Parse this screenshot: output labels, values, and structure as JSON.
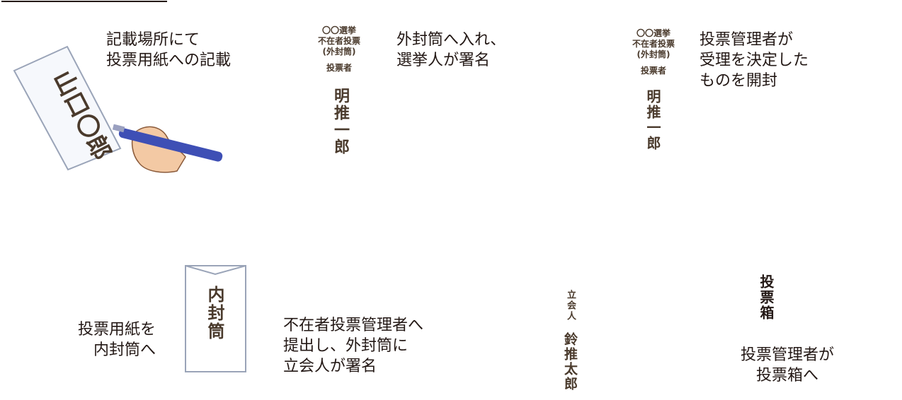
{
  "captions": {
    "write": "記載場所にて\n投票用紙への記載",
    "inner": "投票用紙を\n内封筒へ",
    "outer": "外封筒へ入れ、\n選挙人が署名",
    "submit": "不在者投票管理者へ\n提出し、外封筒に\n立会人が署名",
    "open": "投票管理者が\n受理を決定した\nものを開封",
    "box": "投票管理者が\n投票箱へ"
  },
  "ballot": {
    "text": "山口〇郎"
  },
  "inner_envelope": {
    "text": "内封筒"
  },
  "outer_envelope": {
    "header": [
      "〇〇選挙",
      "不在者投票",
      "(外封筒)"
    ],
    "voter_label": "投票者",
    "voter_name": "明推一郎"
  },
  "witness_envelope": {
    "label": "立会人",
    "name": "鈴推太郎"
  },
  "ballot_box": {
    "label": "投票箱"
  },
  "colors": {
    "arrow": "#ee5fa7",
    "envelope": "#d6b08c",
    "suit_blue": "#2a3a9a",
    "suit_gray": "#8a8a8a"
  }
}
